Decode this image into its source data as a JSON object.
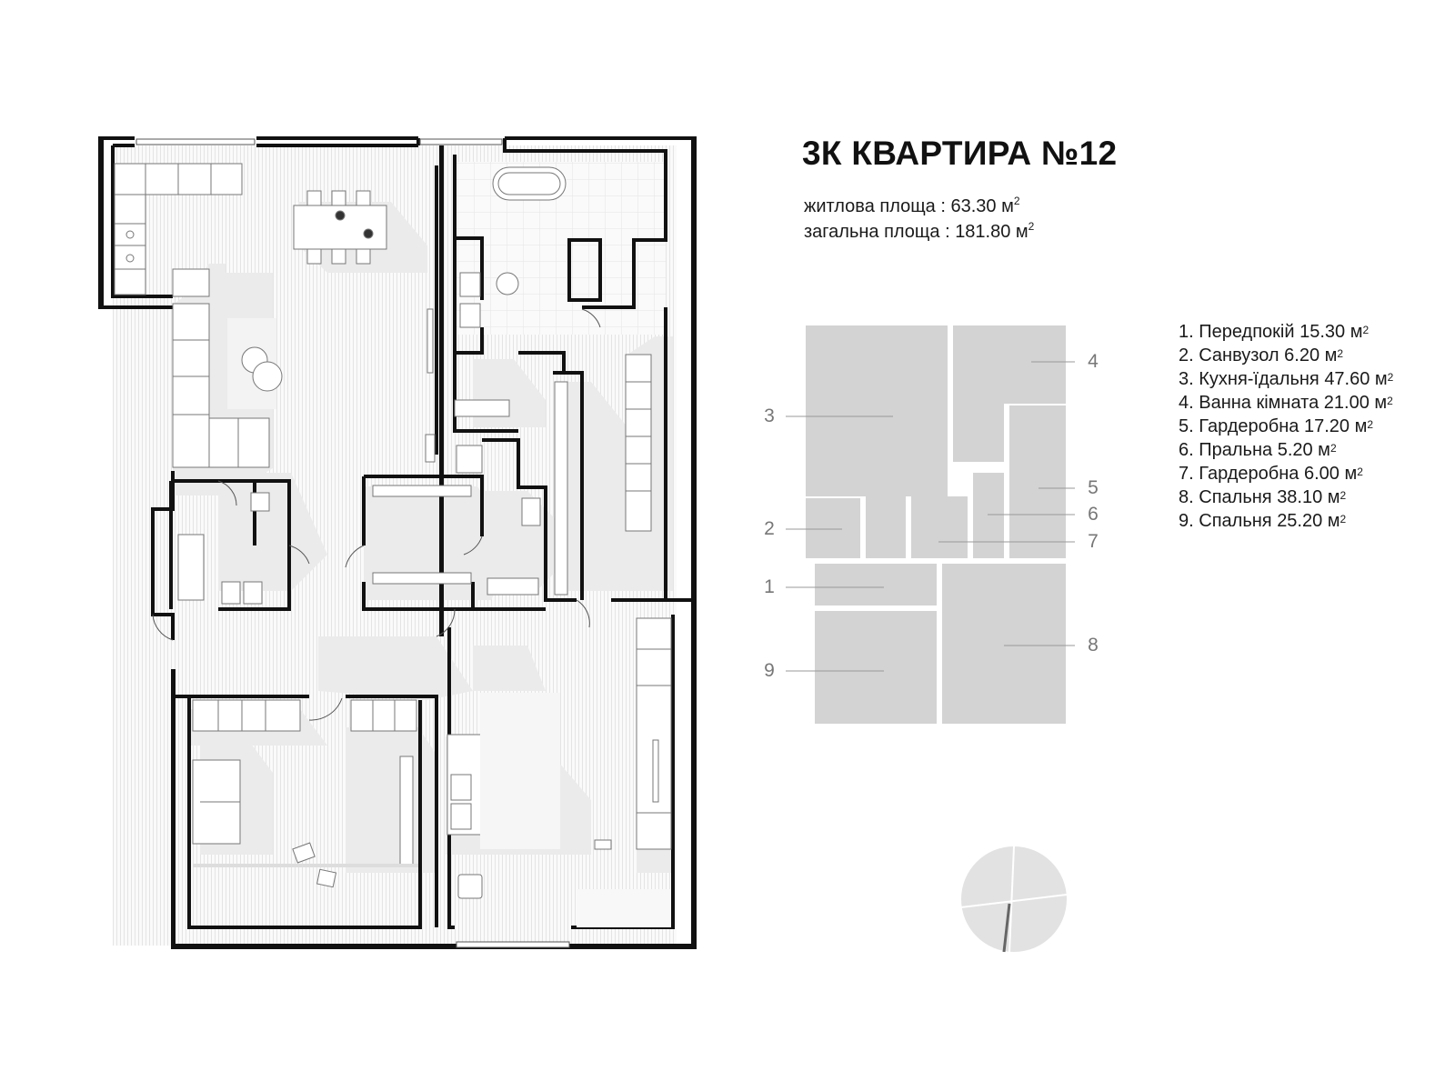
{
  "title": "3К КВАРТИРА №12",
  "areas": {
    "living_label": "житлова площа :",
    "living_value": "63.30 м",
    "total_label": "загальна площа :",
    "total_value": "181.80 м",
    "unit_power": "2"
  },
  "rooms": [
    {
      "num": "1.",
      "name": "Передпокій",
      "area": "15.30 м"
    },
    {
      "num": "2.",
      "name": "Санвузол",
      "area": "6.20 м"
    },
    {
      "num": "3.",
      "name": "Кухня-їдальня",
      "area": "47.60 м"
    },
    {
      "num": "4.",
      "name": "Ванна кімната",
      "area": "21.00 м"
    },
    {
      "num": "5.",
      "name": "Гардеробна",
      "area": "17.20 м"
    },
    {
      "num": "6.",
      "name": "Пральна",
      "area": "5.20 м"
    },
    {
      "num": "7.",
      "name": "Гардеробна",
      "area": "6.00 м"
    },
    {
      "num": "8.",
      "name": "Спальня",
      "area": "38.10 м"
    },
    {
      "num": "9.",
      "name": "Спальня",
      "area": "25.20 м"
    }
  ],
  "key_labels": [
    "1",
    "2",
    "3",
    "4",
    "5",
    "6",
    "7",
    "8",
    "9"
  ],
  "colors": {
    "wall": "#111111",
    "key_block": "#d3d3d3",
    "key_line": "#9a9a9a",
    "shadow": "#ebebeb",
    "compass": "#e2e2e2"
  },
  "icons": [
    "compass-icon"
  ]
}
